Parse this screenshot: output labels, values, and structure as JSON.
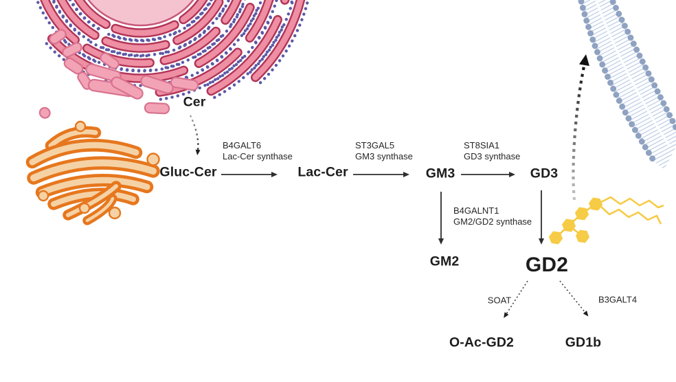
{
  "figure": {
    "nodes": {
      "cer": "Cer",
      "gluc_cer": "Gluc-Cer",
      "lac_cer": "Lac-Cer",
      "gm3": "GM3",
      "gd3": "GD3",
      "gm2": "GM2",
      "gd2": "GD2",
      "o_ac_gd2": "O-Ac-GD2",
      "gd1b": "GD1b"
    },
    "enzymes": {
      "b4galt6": {
        "line1": "B4GALT6",
        "line2": "Lac-Cer synthase"
      },
      "st3gal5": {
        "line1": "ST3GAL5",
        "line2": "GM3 synthase"
      },
      "st8sia1": {
        "line1": "ST8SIA1",
        "line2": "GD3 synthase"
      },
      "b4galnt1": {
        "line1": "B4GALNT1",
        "line2": "GM2/GD2 synthase"
      },
      "soat": "SOAT",
      "b3galt4": "B3GALT4"
    },
    "illustrations": {
      "rough_er": "rough-endoplasmic-reticulum-with-nucleus",
      "golgi": "golgi-apparatus",
      "membrane": "plasma-membrane-lipid-bilayer",
      "glycan": "gd2-ganglioside-glycan-with-ceramide-tails"
    },
    "colors": {
      "er_pink": "#EE8FA3",
      "er_outline": "#B23458",
      "ribosome_purple": "#5C59A6",
      "nucleus_pink": "#F5C3D0",
      "smooth_er_pink": "#F2A4B6",
      "golgi_fill": "#F5D2A5",
      "golgi_outline": "#E6771E",
      "membrane_head": "#8FA2C1",
      "membrane_tail": "#C6D4EA",
      "glycan_yellow": "#F6CB45",
      "text": "#1C1C1C",
      "arrow": "#2E2E2E"
    }
  }
}
